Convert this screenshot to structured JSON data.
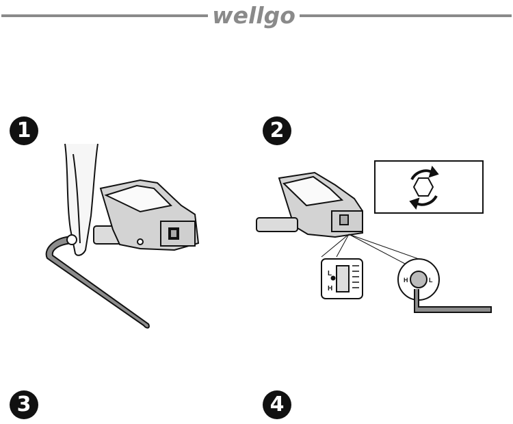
{
  "header": {
    "brand": "wellgo"
  },
  "steps": [
    {
      "number": "1"
    },
    {
      "number": "2"
    },
    {
      "number": "3"
    },
    {
      "number": "4"
    }
  ],
  "diagram2": {
    "tension_label_low": "L",
    "tension_label_high": "H",
    "bolt_label_left": "H",
    "bolt_label_right": "L"
  },
  "colors": {
    "rule": "#8a8a8a",
    "ink": "#111111",
    "badge": "#111111"
  }
}
